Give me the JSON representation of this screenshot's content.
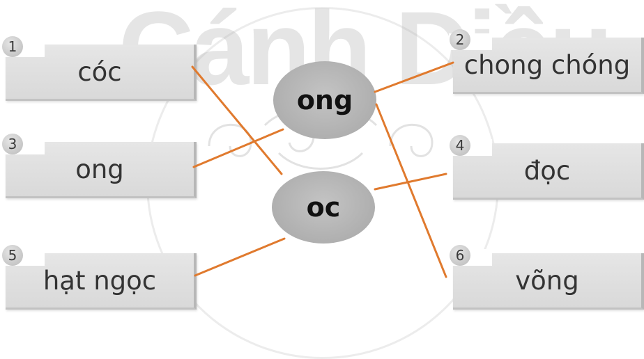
{
  "watermark": {
    "text": "Cánh Diều"
  },
  "cards": [
    {
      "number": "1",
      "word": "cóc"
    },
    {
      "number": "2",
      "word": "chong chóng"
    },
    {
      "number": "3",
      "word": "ong"
    },
    {
      "number": "4",
      "word": "đọc"
    },
    {
      "number": "5",
      "word": "hạt ngọc"
    },
    {
      "number": "6",
      "word": "võng"
    }
  ],
  "centers": {
    "ong": "ong",
    "oc": "oc"
  },
  "connections": [
    {
      "from": "1",
      "to": "oc"
    },
    {
      "from": "2",
      "to": "ong"
    },
    {
      "from": "3",
      "to": "ong"
    },
    {
      "from": "4",
      "to": "oc"
    },
    {
      "from": "5",
      "to": "oc"
    },
    {
      "from": "6",
      "to": "ong"
    }
  ],
  "colors": {
    "line": "#e07a2e",
    "card": "#dedede",
    "oval": "#b3b3b3"
  }
}
